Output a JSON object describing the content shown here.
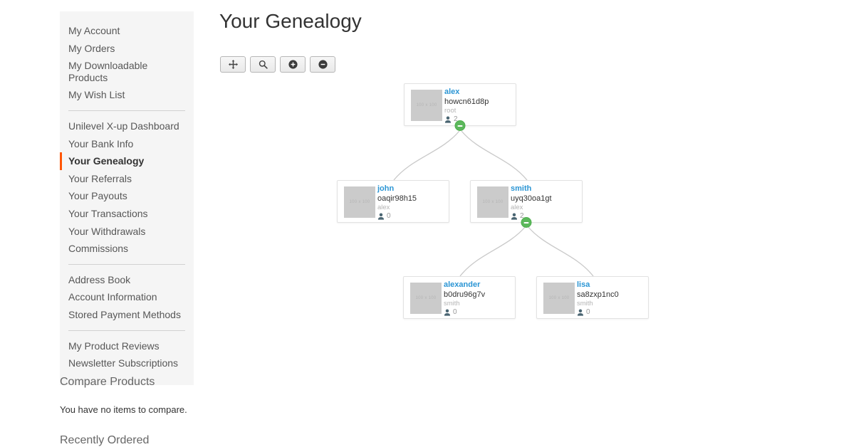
{
  "sidebar": {
    "groups": [
      {
        "items": [
          {
            "label": "My Account"
          },
          {
            "label": "My Orders"
          },
          {
            "label": "My Downloadable Products"
          },
          {
            "label": "My Wish List"
          }
        ]
      },
      {
        "items": [
          {
            "label": "Unilevel X-up Dashboard"
          },
          {
            "label": "Your Bank Info"
          },
          {
            "label": "Your Genealogy",
            "active": true
          },
          {
            "label": "Your Referrals"
          },
          {
            "label": "Your Payouts"
          },
          {
            "label": "Your Transactions"
          },
          {
            "label": "Your Withdrawals"
          },
          {
            "label": "Commissions"
          }
        ]
      },
      {
        "items": [
          {
            "label": "Address Book"
          },
          {
            "label": "Account Information"
          },
          {
            "label": "Stored Payment Methods"
          }
        ]
      },
      {
        "items": [
          {
            "label": "My Product Reviews"
          },
          {
            "label": "Newsletter Subscriptions"
          }
        ]
      }
    ]
  },
  "compare": {
    "title": "Compare Products",
    "empty_message": "You have no items to compare."
  },
  "footer_widget": {
    "title": "Recently Ordered"
  },
  "main": {
    "title": "Your Genealogy"
  },
  "toolbar": {
    "buttons": [
      {
        "name": "pan",
        "icon": "move-icon"
      },
      {
        "name": "search",
        "icon": "search-icon"
      },
      {
        "name": "zoom-in",
        "icon": "plus-circle-icon"
      },
      {
        "name": "zoom-out",
        "icon": "minus-circle-icon"
      }
    ]
  },
  "tree": {
    "image_placeholder": "100 x 100",
    "nodes": [
      {
        "name": "alex",
        "code": "howcn61d8p",
        "parent": "root",
        "count": "2"
      },
      {
        "name": "john",
        "code": "oaqir98h15",
        "parent": "alex",
        "count": "0"
      },
      {
        "name": "smith",
        "code": "uyq30oa1gt",
        "parent": "alex",
        "count": "2"
      },
      {
        "name": "alexander",
        "code": "b0dru96g7v",
        "parent": "smith",
        "count": "0"
      },
      {
        "name": "lisa",
        "code": "sa8zxp1nc0",
        "parent": "smith",
        "count": "0"
      }
    ],
    "colors": {
      "link_blue": "#2b95d4",
      "collapse_green": "#5cb85c",
      "active_orange": "#ff5501",
      "edge_gray": "#c9c9c9"
    }
  }
}
